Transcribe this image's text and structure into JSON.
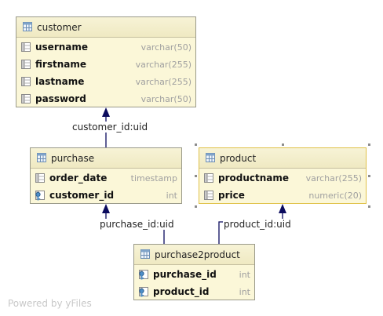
{
  "tables": {
    "customer": {
      "title": "customer",
      "columns": [
        {
          "name": "username",
          "type": "varchar(50)",
          "icon": "column-icon"
        },
        {
          "name": "firstname",
          "type": "varchar(255)",
          "icon": "column-icon"
        },
        {
          "name": "lastname",
          "type": "varchar(255)",
          "icon": "column-icon"
        },
        {
          "name": "password",
          "type": "varchar(50)",
          "icon": "column-icon"
        }
      ]
    },
    "purchase": {
      "title": "purchase",
      "columns": [
        {
          "name": "order_date",
          "type": "timestamp",
          "icon": "column-icon"
        },
        {
          "name": "customer_id",
          "type": "int",
          "icon": "foreign-key-icon"
        }
      ]
    },
    "product": {
      "title": "product",
      "columns": [
        {
          "name": "productname",
          "type": "varchar(255)",
          "icon": "column-icon"
        },
        {
          "name": "price",
          "type": "numeric(20)",
          "icon": "column-icon"
        }
      ]
    },
    "purchase2product": {
      "title": "purchase2product",
      "columns": [
        {
          "name": "purchase_id",
          "type": "int",
          "icon": "foreign-key-icon"
        },
        {
          "name": "product_id",
          "type": "int",
          "icon": "foreign-key-icon"
        }
      ]
    }
  },
  "relations": {
    "customer_purchase": "customer_id:uid",
    "purchase_link": "purchase_id:uid",
    "product_link": "product_id:uid"
  },
  "colors": {
    "table_fill": "#fbf7d8",
    "edge": "#0b0b5e",
    "selection": "#e0c24a"
  },
  "watermark": "Powered by yFiles"
}
